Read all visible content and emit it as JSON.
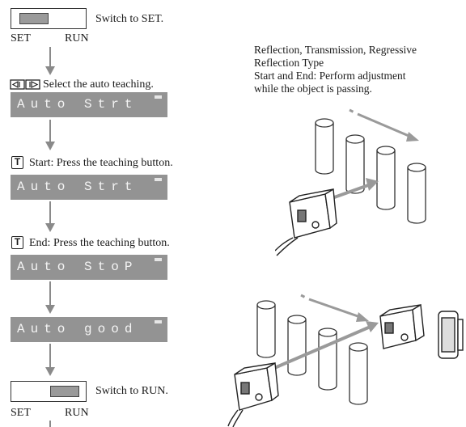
{
  "left_flow": {
    "switch_top_label": "Switch to SET.",
    "switch_top_pos": [
      "SET",
      "RUN"
    ],
    "select_icon": "left-right-arrow-keys-icon",
    "select_label": "Select the auto teaching.",
    "lcd_1": "Auto Strt",
    "start_key": "T",
    "start_label": "Start: Press the teaching button.",
    "lcd_2": "Auto Strt",
    "end_key": "T",
    "end_label": "End: Press the teaching button.",
    "lcd_3": "Auto StoP",
    "lcd_4": "Auto good",
    "switch_bottom_label": "Switch to RUN.",
    "switch_bottom_pos": [
      "SET",
      "RUN"
    ]
  },
  "right_text": {
    "line1": "Reflection, Transmission, Regressive",
    "line2": "Reflection Type",
    "line3": "Start and End: Perform adjustment",
    "line4": "while the object is passing."
  },
  "colors": {
    "lcd_bg": "#939393",
    "arrow": "#8a8a8a",
    "illustration_arrow": "#9a9a9a"
  }
}
